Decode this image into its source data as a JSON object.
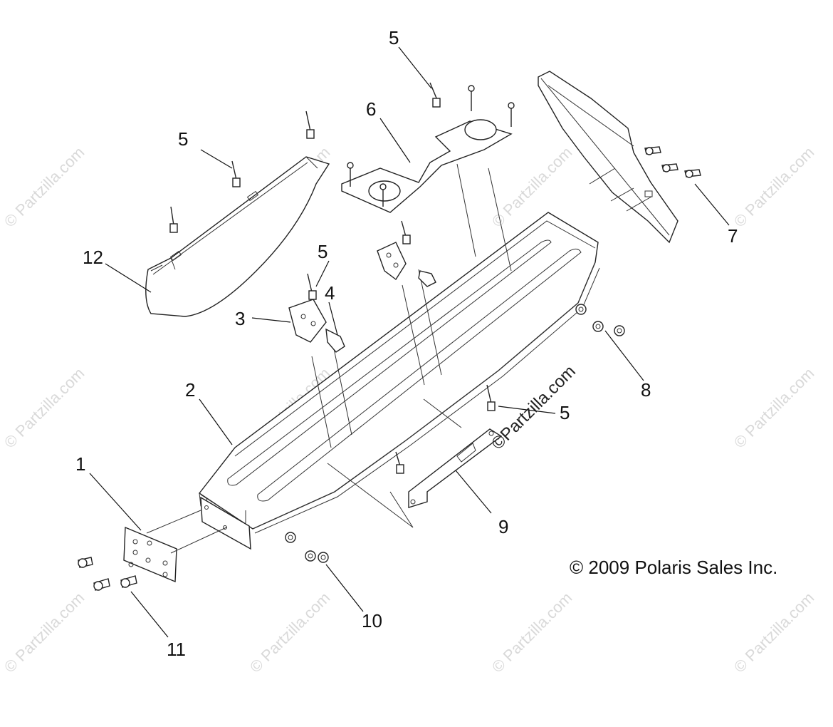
{
  "diagram": {
    "callouts": [
      {
        "id": "c1",
        "label": "1"
      },
      {
        "id": "c2",
        "label": "2"
      },
      {
        "id": "c3",
        "label": "3"
      },
      {
        "id": "c4",
        "label": "4"
      },
      {
        "id": "c5a",
        "label": "5"
      },
      {
        "id": "c5b",
        "label": "5"
      },
      {
        "id": "c5c",
        "label": "5"
      },
      {
        "id": "c5d",
        "label": "5"
      },
      {
        "id": "c6",
        "label": "6"
      },
      {
        "id": "c7",
        "label": "7"
      },
      {
        "id": "c8",
        "label": "8"
      },
      {
        "id": "c9",
        "label": "9"
      },
      {
        "id": "c10",
        "label": "10"
      },
      {
        "id": "c11",
        "label": "11"
      },
      {
        "id": "c12",
        "label": "12"
      }
    ],
    "copyright": "© 2009 Polaris Sales Inc.",
    "watermark_main": "©Partzilla.com",
    "watermark_faint": "© Partzilla.com"
  }
}
